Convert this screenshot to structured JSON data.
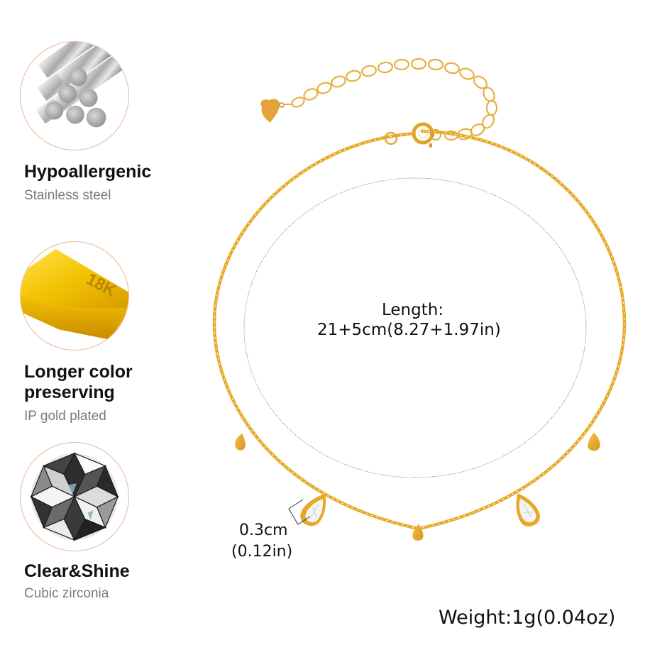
{
  "features": [
    {
      "title": "Hypoallergenic",
      "subtitle": "Stainless steel",
      "icon": "steel-rods-icon"
    },
    {
      "title": "Longer color preserving",
      "title_lines": [
        "Longer color",
        "preserving"
      ],
      "subtitle": "IP gold plated",
      "icon": "gold-bar-icon",
      "badge_text": "18K"
    },
    {
      "title": "Clear&Shine",
      "subtitle": "Cubic zirconia",
      "icon": "diamond-icon"
    }
  ],
  "product": {
    "length_label": "Length:",
    "length_value": "21+5cm(8.27+1.97in)",
    "stone_size_cm": "0.3cm",
    "stone_size_in": "(0.12in)",
    "weight": "Weight:1g(0.04oz)"
  },
  "colors": {
    "gold": "#e6a826",
    "gold_dark": "#c98a12",
    "badge_border": "#e8b896",
    "title_text": "#111111",
    "subtitle_text": "#7a7a7a",
    "dotted_guide": "#888888"
  }
}
